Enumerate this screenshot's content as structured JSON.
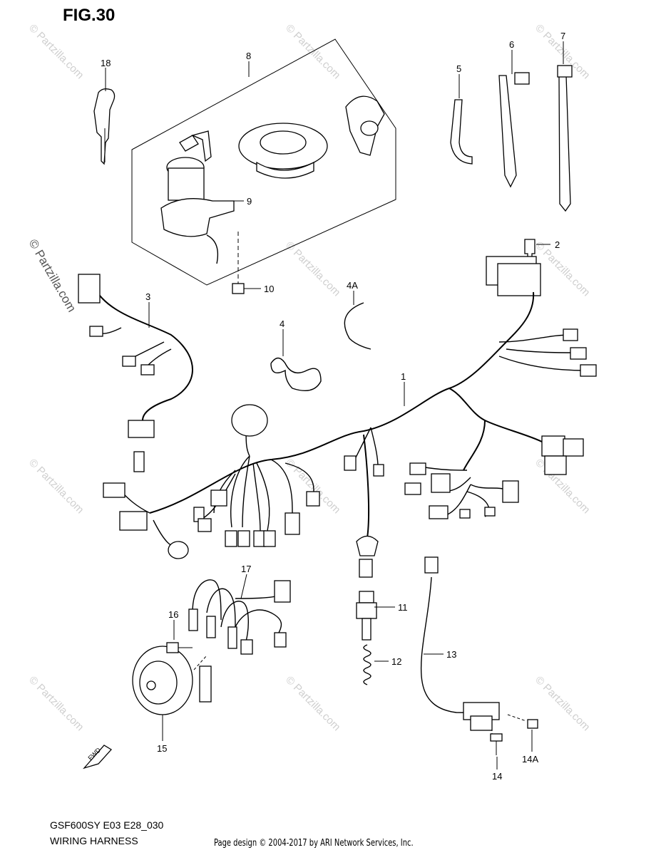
{
  "header": {
    "fig_label": "FIG.30"
  },
  "footer": {
    "model_code": "GSF600SY E03 E28_030",
    "section_name": "WIRING HARNESS",
    "copyright": "Page design © 2004-2017 by ARI Network Services, Inc."
  },
  "watermark": {
    "text": "© Partzilla.com",
    "short": "© Partzilla.com"
  },
  "fwd_label": "FWD",
  "callouts": [
    "18",
    "8",
    "9",
    "10",
    "5",
    "6",
    "7",
    "2",
    "3",
    "4A",
    "4",
    "1",
    "11",
    "12",
    "13",
    "17",
    "16",
    "15",
    "14",
    "14A"
  ]
}
